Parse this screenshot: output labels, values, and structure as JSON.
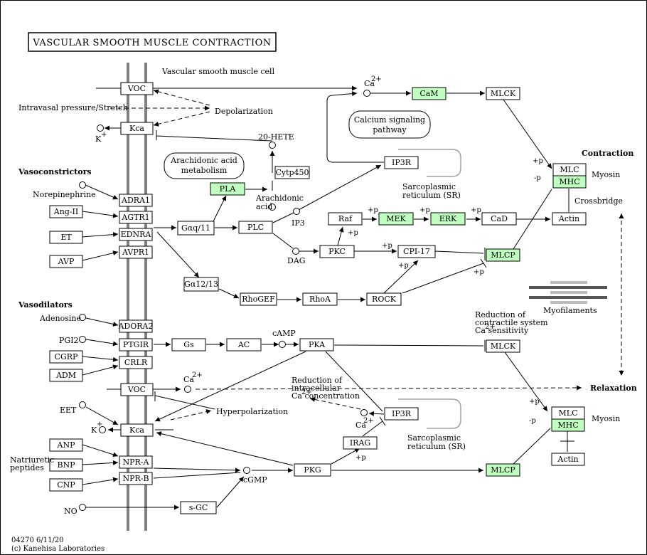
{
  "title": "VASCULAR SMOOTH MUSCLE CONTRACTION",
  "labels": {
    "cell": "Vascular smooth muscle cell",
    "stretch": "Intravasal pressure/Stretch",
    "depolarization": "Depolarization",
    "k1": "K",
    "hete": "20-HETE",
    "vasoconstrictors": "Vasoconstrictors",
    "norepinephrine": "Norepinephrine",
    "arachidonic_acid_1": "Arachidonic",
    "arachidonic_acid_2": "acid",
    "ip3": "IP3",
    "dag": "DAG",
    "ca1": "Ca",
    "sr1_a": "Sarcoplasmic",
    "sr1_b": "reticulum (SR)",
    "contraction": "Contraction",
    "myosin1": "Myosin",
    "crossbridge": "Crossbridge",
    "myofilaments": "Myofilaments",
    "vasodilators": "Vasodilators",
    "adenosine": "Adenosine",
    "pgi2": "PGI2",
    "camp": "cAMP",
    "reduction1_a": "Reduction of",
    "reduction1_b": "contractile system",
    "reduction1_c": "Ca   sensitivity",
    "ca2": "Ca",
    "reduction2_a": "Reduction of",
    "reduction2_b": "intracellular",
    "reduction2_c": "Ca   concentration",
    "relaxation": "Relaxation",
    "eet": "EET",
    "hyperpolarization": "Hyperpolarization",
    "k2": "K",
    "ca3": "Ca",
    "sr2_a": "Sarcoplasmic",
    "sr2_b": "reticulum (SR)",
    "myosin2": "Myosin",
    "natriuretic_a": "Natriuretic",
    "natriuretic_b": "peptides",
    "cgmp": "cGMP",
    "no": "NO",
    "footer_1": "04270 6/11/20",
    "footer_2": "(c) Kanehisa Laboratories",
    "plus": "+",
    "two_plus": "2+",
    "p": "+p",
    "mp": "-p"
  },
  "maps": {
    "arachidonic_1": "Arachidonic acid",
    "arachidonic_2": "metabolism",
    "calcium_1": "Calcium signaling",
    "calcium_2": "pathway"
  },
  "boxes": {
    "voc1": "VOC",
    "kca1": "Kca",
    "adra1": "ADRA1",
    "angii": "Ang-II",
    "agtr1": "AGTR1",
    "et": "ET",
    "ednra": "EDNRA",
    "avp": "AVP",
    "avpr1": "AVPR1",
    "pla": "PLA",
    "cytp450": "Cytp450",
    "gq": "Gαq/11",
    "plc": "PLC",
    "g1213": "Gα12/13",
    "rhogef": "RhoGEF",
    "rhoa": "RhoA",
    "rock": "ROCK",
    "pkc": "PKC",
    "cpi17": "CPI-17",
    "mlcp1": "MLCP",
    "raf": "Raf",
    "mek": "MEK",
    "erk": "ERK",
    "cad": "CaD",
    "actin1": "Actin",
    "ip3r1": "IP3R",
    "cam": "CaM",
    "mlck1": "MLCK",
    "mlc1": "MLC",
    "mhc1": "MHC",
    "adora2": "ADORA2",
    "ptgir": "PTGIR",
    "cgrp": "CGRP",
    "crlr": "CRLR",
    "adm": "ADM",
    "gs": "Gs",
    "ac": "AC",
    "pka": "PKA",
    "mlck2": "MLCK",
    "voc2": "VOC",
    "kca2": "Kca",
    "ip3r2": "IP3R",
    "irag": "IRAG",
    "anp": "ANP",
    "npra": "NPR-A",
    "bnp": "BNP",
    "cnp": "CNP",
    "nprb": "NPR-B",
    "pkg": "PKG",
    "mlcp2": "MLCP",
    "sgc": "s-GC",
    "mlc2": "MLC",
    "mhc2": "MHC",
    "actin2": "Actin"
  },
  "colors": {
    "gene_highlight": "#bfffbf",
    "membrane": "#808080"
  }
}
